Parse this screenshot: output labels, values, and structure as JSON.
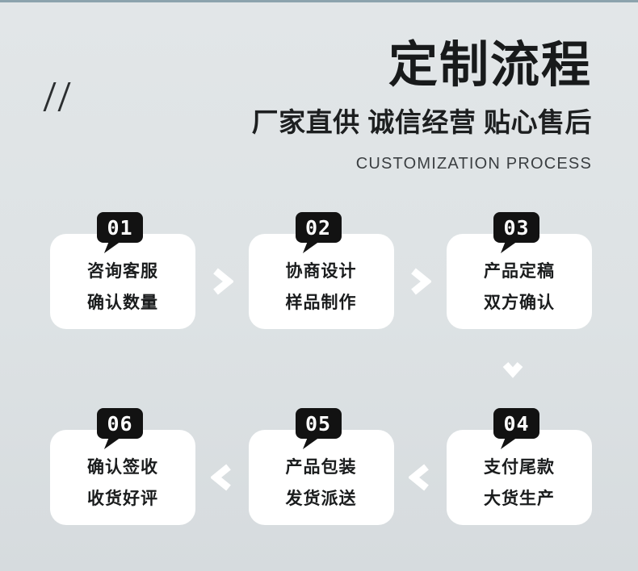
{
  "decor": {
    "slashes": "//"
  },
  "header": {
    "title": "定制流程",
    "subtitle": "厂家直供 诚信经营 贴心售后",
    "subtitle_en": "CUSTOMIZATION PROCESS"
  },
  "flow": {
    "row1": {
      "direction": "right",
      "steps": [
        {
          "number": "01",
          "line1": "咨询客服",
          "line2": "确认数量"
        },
        {
          "number": "02",
          "line1": "协商设计",
          "line2": "样品制作"
        },
        {
          "number": "03",
          "line1": "产品定稿",
          "line2": "双方确认"
        }
      ]
    },
    "row2": {
      "direction": "left",
      "steps": [
        {
          "number": "06",
          "line1": "确认签收",
          "line2": "收货好评"
        },
        {
          "number": "05",
          "line1": "产品包装",
          "line2": "发货派送"
        },
        {
          "number": "04",
          "line1": "支付尾款",
          "line2": "大货生产"
        }
      ]
    }
  },
  "colors": {
    "background": "#dde2e4",
    "top_strip": "#8ca3ad",
    "card": "#ffffff",
    "badge": "#121212",
    "badge_text": "#ffffff",
    "heading_text": "#181a1b",
    "subtitle_en_text": "#3b3f42",
    "arrow": "#ffffff"
  }
}
